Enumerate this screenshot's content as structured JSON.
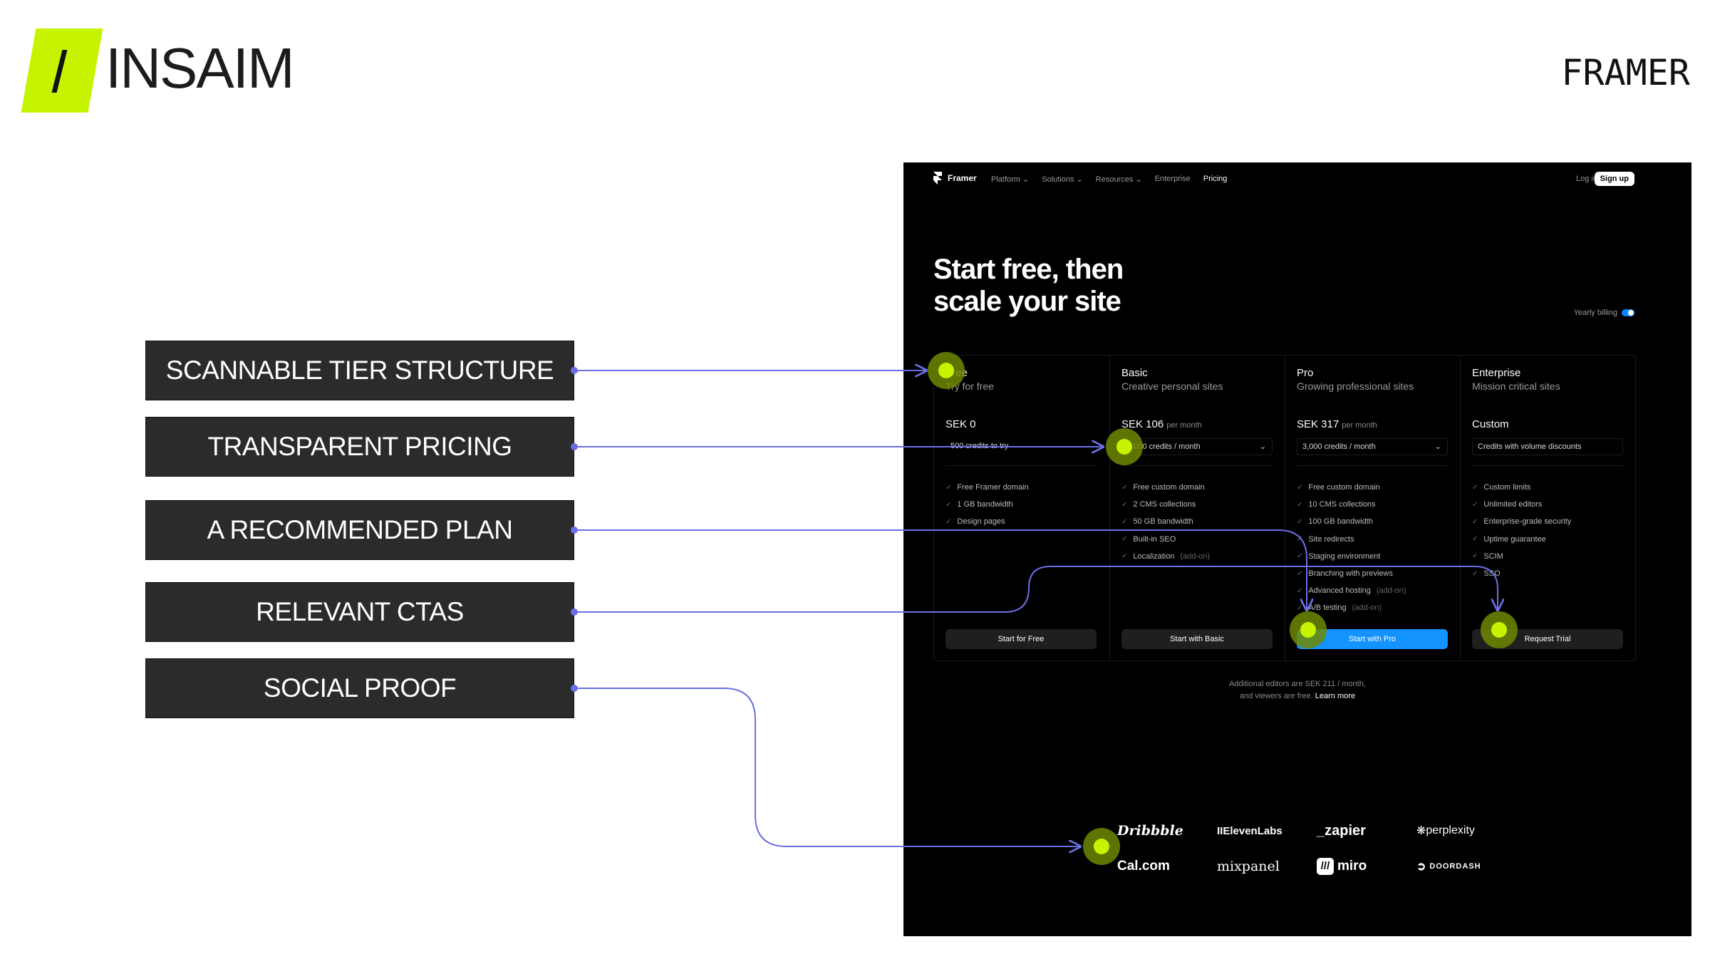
{
  "brand": {
    "name": "INSAIM",
    "accent": "#c6f400",
    "framer_label": "FRAMER"
  },
  "annotations": [
    "SCANNABLE TIER STRUCTURE",
    "TRANSPARENT PRICING",
    "A RECOMMENDED PLAN",
    "RELEVANT CTAS",
    "SOCIAL PROOF"
  ],
  "screenshot": {
    "nav": {
      "brand": "Framer",
      "items": [
        "Platform",
        "Solutions",
        "Resources",
        "Enterprise",
        "Pricing"
      ],
      "login": "Log in",
      "signup": "Sign up"
    },
    "hero_title_line1": "Start free, then",
    "hero_title_line2": "scale your site",
    "billing_label": "Yearly billing",
    "tiers": [
      {
        "name": "Free",
        "subtitle": "Try for free",
        "price": "SEK 0",
        "per": "",
        "credits": "500 credits to try",
        "features": [
          "Free Framer domain",
          "1 GB bandwidth",
          "Design pages"
        ],
        "cta": "Start for Free"
      },
      {
        "name": "Basic",
        "subtitle": "Creative personal sites",
        "price": "SEK 106",
        "per": "per month",
        "credits": "1,000 credits / month",
        "features": [
          "Free custom domain",
          "2 CMS collections",
          "50 GB bandwidth",
          "Built-in SEO",
          "Localization"
        ],
        "cta": "Start with Basic"
      },
      {
        "name": "Pro",
        "subtitle": "Growing professional sites",
        "price": "SEK 317",
        "per": "per month",
        "credits": "3,000 credits / month",
        "features": [
          "Free custom domain",
          "10 CMS collections",
          "100 GB bandwidth",
          "Site redirects",
          "Staging environment",
          "Branching with previews",
          "Advanced hosting",
          "A/B testing"
        ],
        "cta": "Start with Pro"
      },
      {
        "name": "Enterprise",
        "subtitle": "Mission critical sites",
        "price": "Custom",
        "per": "",
        "credits": "Credits with volume discounts",
        "features": [
          "Custom limits",
          "Unlimited editors",
          "Enterprise-grade security",
          "Uptime guarantee",
          "SCIM",
          "SSO"
        ],
        "cta": "Request Trial"
      }
    ],
    "addon_label": "(add-on)",
    "footnote_line1": "Additional editors are SEK 211 / month,",
    "footnote_line2": "and viewers are free.",
    "footnote_link": "Learn more",
    "customer_logos": [
      "Dribbble",
      "ElevenLabs",
      "zapier",
      "perplexity",
      "Cal.com",
      "mixpanel",
      "miro",
      "DOORDASH"
    ]
  }
}
